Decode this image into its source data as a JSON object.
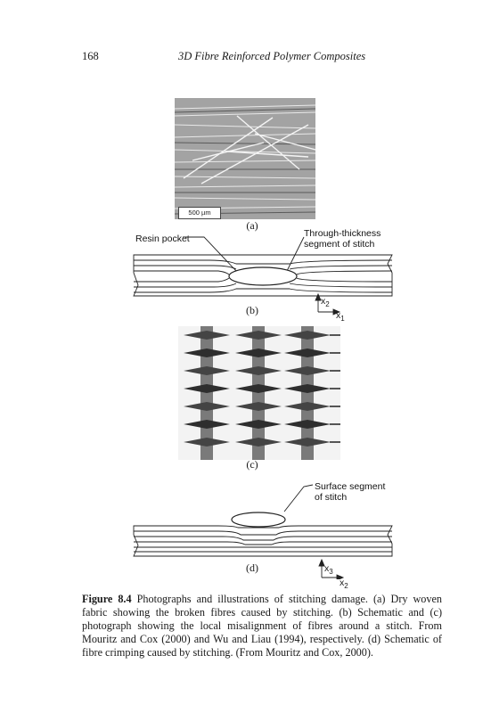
{
  "header": {
    "page_number": "168",
    "running_title": "3D Fibre Reinforced Polymer Composites"
  },
  "figure": {
    "panel_a": {
      "label": "(a)",
      "scale_bar": "500 µm"
    },
    "panel_b": {
      "label": "(b)",
      "callout_resin": "Resin pocket",
      "callout_thickness_line1": "Through-thickness",
      "callout_thickness_line2": "segment of stitch",
      "axis_vertical": "x",
      "axis_vertical_sub": "2",
      "axis_horizontal": "x",
      "axis_horizontal_sub": "1"
    },
    "panel_c": {
      "label": "(c)"
    },
    "panel_d": {
      "label": "(d)",
      "callout_surface_line1": "Surface segment",
      "callout_surface_line2": "of stitch",
      "axis_vertical": "x",
      "axis_vertical_sub": "3",
      "axis_horizontal": "x",
      "axis_horizontal_sub": "2"
    }
  },
  "caption": {
    "lead": "Figure 8.4",
    "text": " Photographs and illustrations of stitching damage. (a) Dry woven fabric showing the broken fibres caused by stitching. (b) Schematic and (c) photograph showing the local misalignment of fibres around a stitch. From Mouritz and Cox (2000) and Wu and Liau (1994), respectively. (d) Schematic of fibre crimping caused by stitching. (From Mouritz and Cox, 2000)."
  }
}
